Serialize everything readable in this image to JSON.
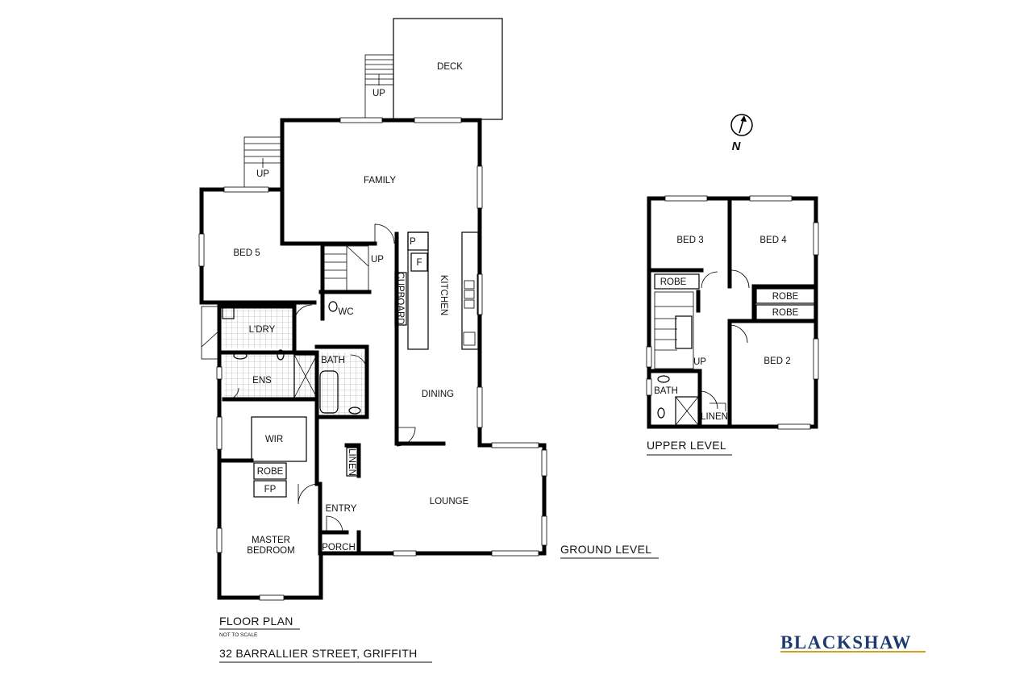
{
  "title": "FLOOR PLAN",
  "subtitle": "NOT TO SCALE",
  "address": "32 BARRALLIER STREET, GRIFFITH",
  "brand": "BLACKSHAW",
  "brand_color": "#1f3a6e",
  "compass_label": "N",
  "ground_level": {
    "heading": "GROUND LEVEL",
    "rooms": {
      "deck": "DECK",
      "deck_up": "UP",
      "stairs_up": "UP",
      "family": "FAMILY",
      "bed5": "BED 5",
      "internal_up": "UP",
      "wc": "WC",
      "laundry": "L'DRY",
      "ensuite": "ENS",
      "bath": "BATH",
      "pantry": "P",
      "fridge": "F",
      "cupboard": "CUPBOARD",
      "kitchen": "KITCHEN",
      "dining": "DINING",
      "wir": "WIR",
      "robe": "ROBE",
      "fireplace": "FP",
      "linen": "LINEN",
      "entry": "ENTRY",
      "lounge": "LOUNGE",
      "master_line1": "MASTER",
      "master_line2": "BEDROOM",
      "porch": "PORCH"
    }
  },
  "upper_level": {
    "heading": "UPPER LEVEL",
    "rooms": {
      "bed3": "BED 3",
      "bed4": "BED 4",
      "robe_left": "ROBE",
      "robe_right_top": "ROBE",
      "robe_right_bottom": "ROBE",
      "bed2": "BED 2",
      "up": "UP",
      "bath": "BATH",
      "linen": "LINEN"
    }
  }
}
